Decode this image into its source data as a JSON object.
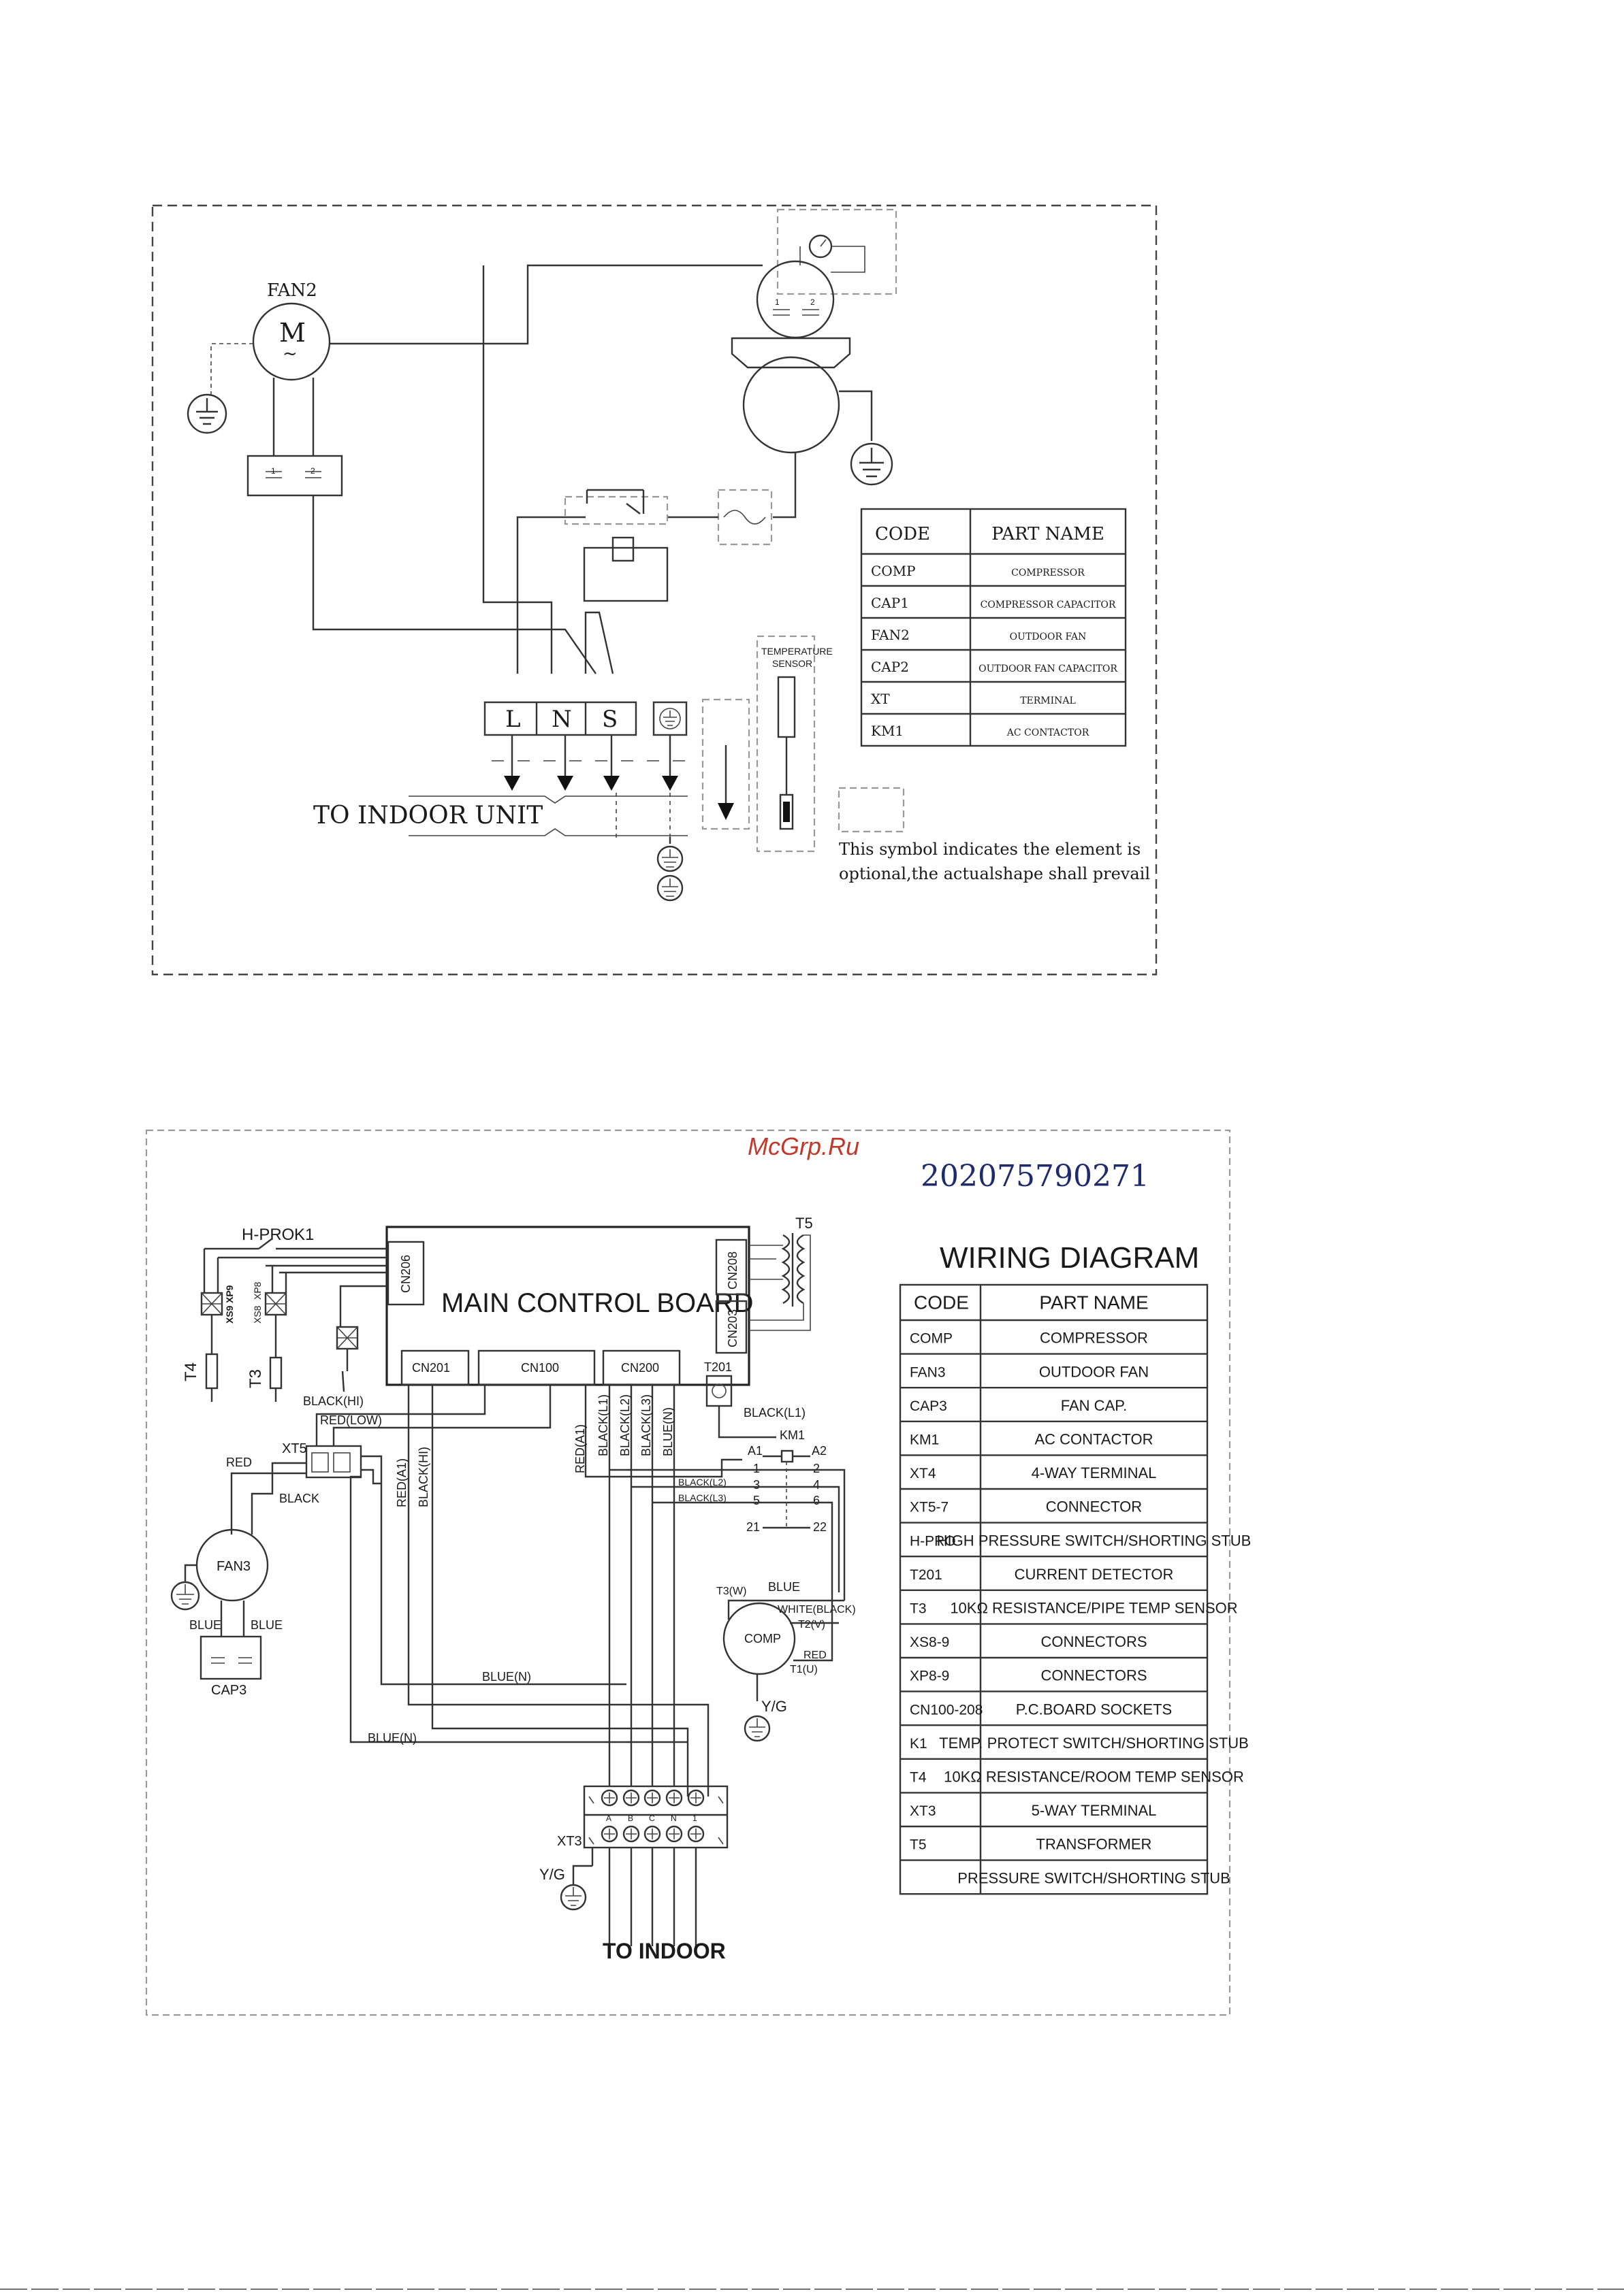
{
  "top_diagram": {
    "fan_label": "FAN2",
    "motor_symbol": "M",
    "motor_tilde": "~",
    "fan_cap_pins": [
      "1",
      "2"
    ],
    "compressor_cap_pins": [
      "1",
      "2"
    ],
    "terminals": [
      "L",
      "N",
      "S"
    ],
    "to_indoor": "TO INDOOR UNIT",
    "temp_sensor": [
      "TEMPERATURE",
      "SENSOR"
    ],
    "optional_note": [
      "This symbol indicates the element is",
      "optional,the actualshape shall prevail"
    ],
    "table": {
      "headers": [
        "CODE",
        "PART NAME"
      ],
      "rows": [
        [
          "COMP",
          "COMPRESSOR"
        ],
        [
          "CAP1",
          "COMPRESSOR CAPACITOR"
        ],
        [
          "FAN2",
          "OUTDOOR FAN"
        ],
        [
          "CAP2",
          "OUTDOOR FAN CAPACITOR"
        ],
        [
          "XT",
          "TERMINAL"
        ],
        [
          "KM1",
          "AC CONTACTOR"
        ]
      ]
    }
  },
  "bottom_diagram": {
    "watermark": "McGrp.Ru",
    "doc_number": "202075790271",
    "title": "WIRING DIAGRAM",
    "board_title": "MAIN CONTROL BOARD",
    "connectors": {
      "cn206": "CN206",
      "cn208": "CN208",
      "cn203": "CN203",
      "cn201": "CN201",
      "cn100": "CN100",
      "cn200": "CN200"
    },
    "labels": {
      "hpro": "H-PRO",
      "k1": "K1",
      "t5": "T5",
      "t4": "T4",
      "t3": "T3",
      "xs9": "XS9",
      "xp9": "XP9",
      "xs8": "XS8",
      "xp8": "XP8",
      "t201": "T201",
      "km1": "KM1",
      "black_l1_top": "BLACK(L1)",
      "black_hi_top": "BLACK(HI)",
      "red_low": "RED(LOW)",
      "xt5": "XT5",
      "red": "RED",
      "black": "BLACK",
      "fan3": "FAN3",
      "blue_l": "BLUE",
      "blue_r": "BLUE",
      "cap3": "CAP3",
      "red_a1_v1": "RED(A1)",
      "black_hi_v": "BLACK(HI)",
      "red_a1_v2": "RED(A1)",
      "black_l1_v": "BLACK(L1)",
      "black_l2_v": "BLACK(L2)",
      "black_l3_v": "BLACK(L3)",
      "blue_n_v": "BLUE(N)",
      "black_l2_h": "BLACK(L2)",
      "black_l3_h": "BLACK(L3)",
      "a1": "A1",
      "a2": "A2",
      "p1": "1",
      "p2": "2",
      "p3": "3",
      "p4": "4",
      "p5": "5",
      "p6": "6",
      "p21": "21",
      "p22": "22",
      "t3w": "T3(W)",
      "blue_comp": "BLUE",
      "white_black": "WHITE(BLACK)",
      "t2v": "T2(V)",
      "comp": "COMP",
      "red_comp": "RED",
      "t1u": "T1(U)",
      "yg1": "Y/G",
      "blue_n_1": "BLUE(N)",
      "blue_n_2": "BLUE(N)",
      "xt3": "XT3",
      "yg2": "Y/G",
      "to_indoor": "TO INDOOR",
      "xt3_letters": [
        "A",
        "B",
        "C",
        "N",
        "1"
      ]
    },
    "table": {
      "headers": [
        "CODE",
        "PART NAME"
      ],
      "rows": [
        [
          "COMP",
          "COMPRESSOR"
        ],
        [
          "FAN3",
          "OUTDOOR FAN"
        ],
        [
          "CAP3",
          "FAN CAP."
        ],
        [
          "KM1",
          "AC CONTACTOR"
        ],
        [
          "XT4",
          "4-WAY TERMINAL"
        ],
        [
          "XT5-7",
          "CONNECTOR"
        ],
        [
          "H-PRO",
          "HIGH PRESSURE SWITCH/SHORTING STUB"
        ],
        [
          "T201",
          "CURRENT DETECTOR"
        ],
        [
          "T3",
          "10KΩ RESISTANCE/PIPE TEMP SENSOR"
        ],
        [
          "XS8-9",
          "CONNECTORS"
        ],
        [
          "XP8-9",
          "CONNECTORS"
        ],
        [
          "CN100-208",
          "P.C.BOARD SOCKETS"
        ],
        [
          "K1",
          "TEMP. PROTECT SWITCH/SHORTING STUB"
        ],
        [
          "T4",
          "10KΩ RESISTANCE/ROOM TEMP SENSOR"
        ],
        [
          "XT3",
          "5-WAY TERMINAL"
        ],
        [
          "T5",
          "TRANSFORMER"
        ],
        [
          "",
          "PRESSURE SWITCH/SHORTING STUB"
        ]
      ]
    }
  }
}
